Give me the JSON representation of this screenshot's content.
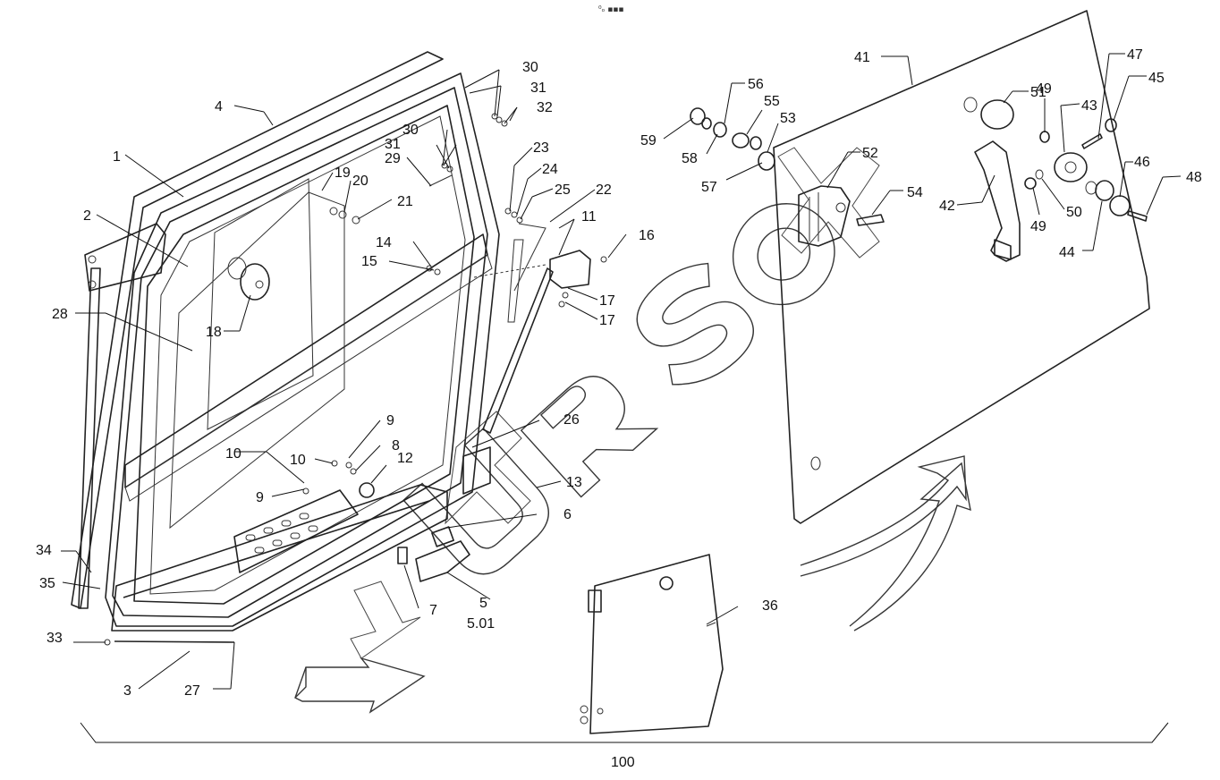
{
  "top_mark": "⁰ₒ ▪▪▪",
  "assembly_label": "100",
  "callouts": [
    {
      "id": "c1",
      "text": "1"
    },
    {
      "id": "c2",
      "text": "2"
    },
    {
      "id": "c3",
      "text": "3"
    },
    {
      "id": "c4",
      "text": "4"
    },
    {
      "id": "c5",
      "text": "5"
    },
    {
      "id": "c501",
      "text": "5.01"
    },
    {
      "id": "c6",
      "text": "6"
    },
    {
      "id": "c7",
      "text": "7"
    },
    {
      "id": "c8",
      "text": "8"
    },
    {
      "id": "c9a",
      "text": "9"
    },
    {
      "id": "c9b",
      "text": "9"
    },
    {
      "id": "c10a",
      "text": "10"
    },
    {
      "id": "c10b",
      "text": "10"
    },
    {
      "id": "c11",
      "text": "11"
    },
    {
      "id": "c12",
      "text": "12"
    },
    {
      "id": "c13",
      "text": "13"
    },
    {
      "id": "c14",
      "text": "14"
    },
    {
      "id": "c15",
      "text": "15"
    },
    {
      "id": "c16",
      "text": "16"
    },
    {
      "id": "c17a",
      "text": "17"
    },
    {
      "id": "c17b",
      "text": "17"
    },
    {
      "id": "c18",
      "text": "18"
    },
    {
      "id": "c19",
      "text": "19"
    },
    {
      "id": "c20",
      "text": "20"
    },
    {
      "id": "c21",
      "text": "21"
    },
    {
      "id": "c22",
      "text": "22"
    },
    {
      "id": "c23",
      "text": "23"
    },
    {
      "id": "c24",
      "text": "24"
    },
    {
      "id": "c25",
      "text": "25"
    },
    {
      "id": "c26",
      "text": "26"
    },
    {
      "id": "c27",
      "text": "27"
    },
    {
      "id": "c28",
      "text": "28"
    },
    {
      "id": "c29",
      "text": "29"
    },
    {
      "id": "c30a",
      "text": "30"
    },
    {
      "id": "c30b",
      "text": "30"
    },
    {
      "id": "c31a",
      "text": "31"
    },
    {
      "id": "c31b",
      "text": "31"
    },
    {
      "id": "c32",
      "text": "32"
    },
    {
      "id": "c33",
      "text": "33"
    },
    {
      "id": "c34",
      "text": "34"
    },
    {
      "id": "c35",
      "text": "35"
    },
    {
      "id": "c36",
      "text": "36"
    },
    {
      "id": "c41",
      "text": "41"
    },
    {
      "id": "c42",
      "text": "42"
    },
    {
      "id": "c43",
      "text": "43"
    },
    {
      "id": "c44",
      "text": "44"
    },
    {
      "id": "c45",
      "text": "45"
    },
    {
      "id": "c46",
      "text": "46"
    },
    {
      "id": "c47",
      "text": "47"
    },
    {
      "id": "c48",
      "text": "48"
    },
    {
      "id": "c49a",
      "text": "49"
    },
    {
      "id": "c49b",
      "text": "49"
    },
    {
      "id": "c50",
      "text": "50"
    },
    {
      "id": "c51",
      "text": "51"
    },
    {
      "id": "c52",
      "text": "52"
    },
    {
      "id": "c53",
      "text": "53"
    },
    {
      "id": "c54",
      "text": "54"
    },
    {
      "id": "c55",
      "text": "55"
    },
    {
      "id": "c56",
      "text": "56"
    },
    {
      "id": "c57",
      "text": "57"
    },
    {
      "id": "c58",
      "text": "58"
    },
    {
      "id": "c59",
      "text": "59"
    }
  ],
  "watermark": "urso"
}
